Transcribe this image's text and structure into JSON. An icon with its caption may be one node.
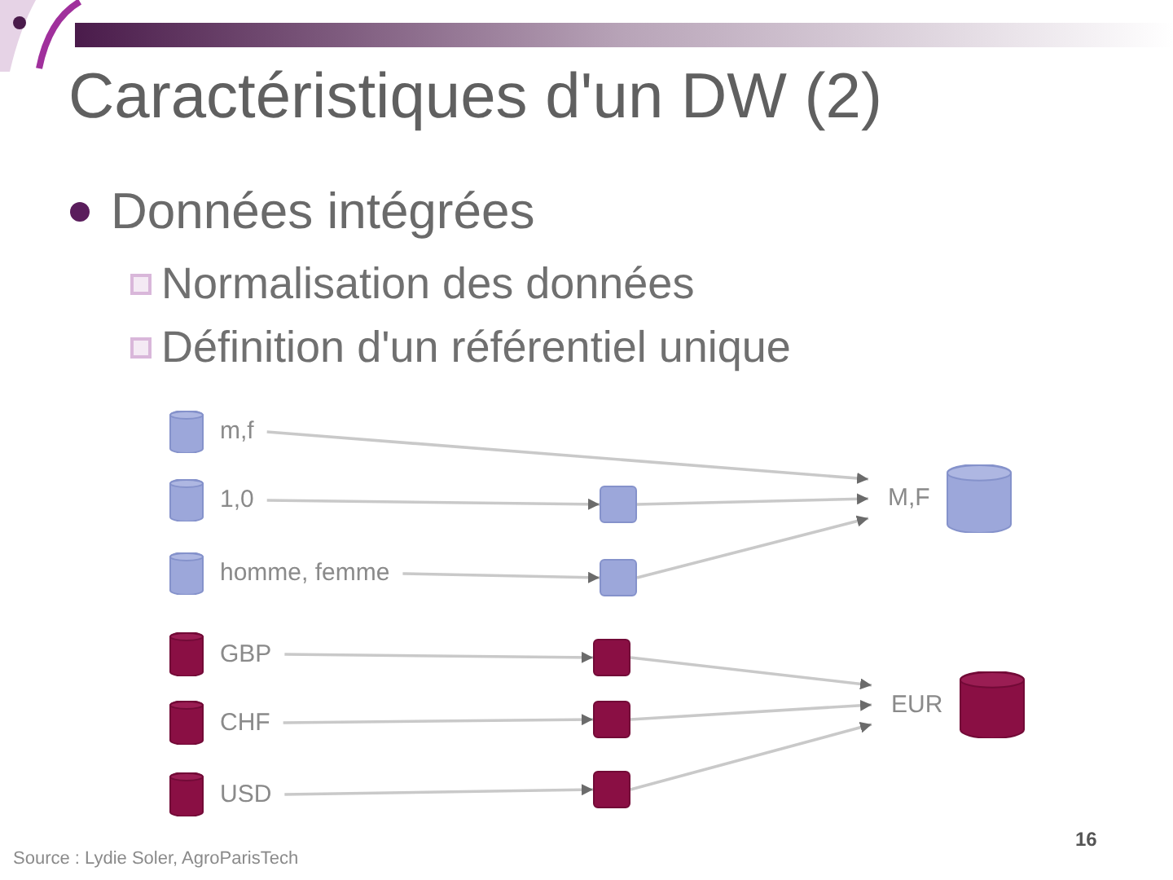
{
  "diagram": {
    "title": "Caractéristiques d'un DW (2)",
    "nodes": [
      {
        "text": [],
        "shape": "cylinder",
        "beside": [
          "m,f"
        ]
      },
      {
        "text": [],
        "shape": "cylinder",
        "beside": [
          "1,0"
        ]
      },
      {
        "text": [],
        "shape": "box"
      },
      {
        "text": [],
        "shape": "cylinder",
        "beside": [
          "M,F"
        ]
      },
      {
        "text": [],
        "shape": "cylinder",
        "beside": [
          "homme, femme"
        ]
      },
      {
        "text": [],
        "shape": "box"
      },
      {
        "text": [],
        "shape": "cylinder",
        "beside": [
          "GBP"
        ]
      },
      {
        "text": [],
        "shape": "box"
      },
      {
        "text": [],
        "shape": "cylinder",
        "beside": [
          "CHF"
        ]
      },
      {
        "text": [],
        "shape": "box"
      },
      {
        "text": [],
        "shape": "cylinder",
        "beside": [
          "EUR"
        ]
      },
      {
        "text": [],
        "shape": "cylinder",
        "beside": [
          "USD"
        ]
      },
      {
        "text": [],
        "shape": "box"
      }
    ],
    "edges": [
      {
        "from": 0,
        "to": 3,
        "arrow": "to"
      },
      {
        "from": 1,
        "to": 2,
        "arrow": "to"
      },
      {
        "from": 2,
        "to": 3,
        "arrow": "to"
      },
      {
        "from": 4,
        "to": 5,
        "arrow": "to"
      },
      {
        "from": 5,
        "to": 3,
        "arrow": "to"
      },
      {
        "from": 6,
        "to": 7,
        "arrow": "to"
      },
      {
        "from": 7,
        "to": 10,
        "arrow": "to"
      },
      {
        "from": 8,
        "to": 9,
        "arrow": "to"
      },
      {
        "from": 9,
        "to": 10,
        "arrow": "to"
      },
      {
        "from": 11,
        "to": 12,
        "arrow": "to"
      },
      {
        "from": 12,
        "to": 10,
        "arrow": "to"
      }
    ],
    "labels": [
      "Données intégrées",
      "Normalisation des données",
      "Définition d'un référentiel unique",
      "Source : Lydie Soler, AgroParisTech",
      "16"
    ]
  }
}
